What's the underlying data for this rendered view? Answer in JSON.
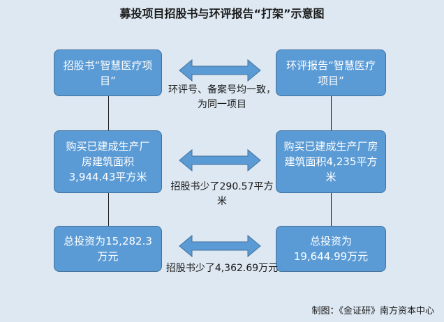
{
  "title": "募投项目招股书与环评报告“打架”示意图",
  "left": [
    {
      "text": "招股书“智慧医疗项目”"
    },
    {
      "text": "购买已建成生产厂房建筑面积3,944.43平方米"
    },
    {
      "text": "总投资为15,282.3万元"
    }
  ],
  "right": [
    {
      "text": "环评报告“智慧医疗项目”"
    },
    {
      "text": "购买已建成生产厂房建筑面积4,235平方米"
    },
    {
      "text": "总投资为19,644.99万元"
    }
  ],
  "notes": [
    "环评号、备案号均一致，为同一项目",
    "招股书少了290.57平方米",
    "招股书少了4,362.69万元"
  ],
  "footer": "制图：《金证研》南方资本中心",
  "colors": {
    "box": "#5b9bd5",
    "background": "#dde8f2"
  }
}
